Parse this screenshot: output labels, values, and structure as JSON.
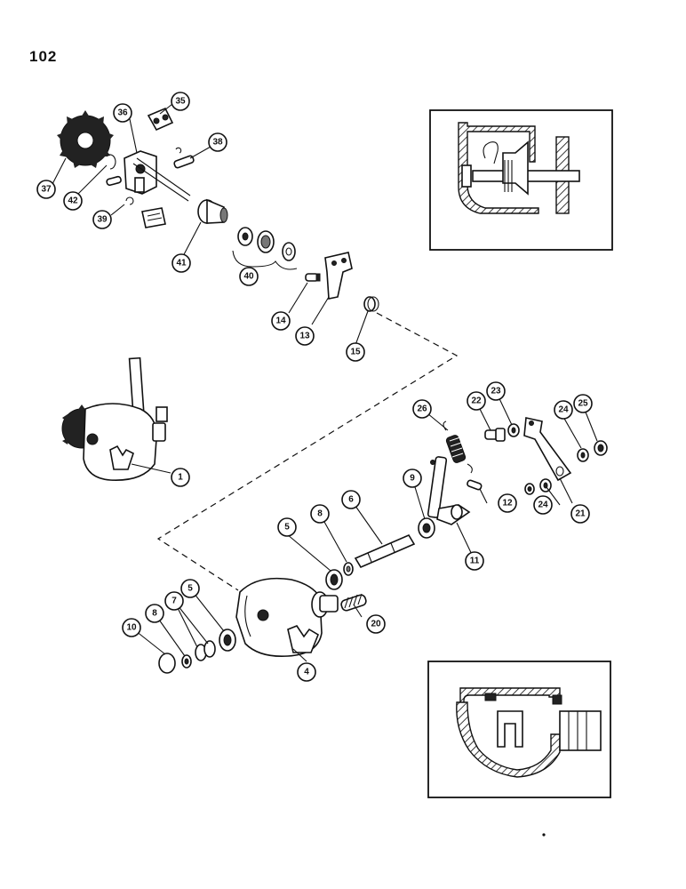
{
  "page_number": "102",
  "callouts": {
    "c1": "1",
    "c4": "4",
    "c5a": "5",
    "c5b": "5",
    "c6": "6",
    "c7": "7",
    "c8a": "8",
    "c8b": "8",
    "c9": "9",
    "c10": "10",
    "c11": "11",
    "c12": "12",
    "c13": "13",
    "c14": "14",
    "c15": "15",
    "c20": "20",
    "c21": "21",
    "c22": "22",
    "c23": "23",
    "c24a": "24",
    "c24b": "24",
    "c25": "25",
    "c26": "26",
    "c35": "35",
    "c36": "36",
    "c37": "37",
    "c38": "38",
    "c39": "39",
    "c40": "40",
    "c41": "41",
    "c42": "42"
  }
}
